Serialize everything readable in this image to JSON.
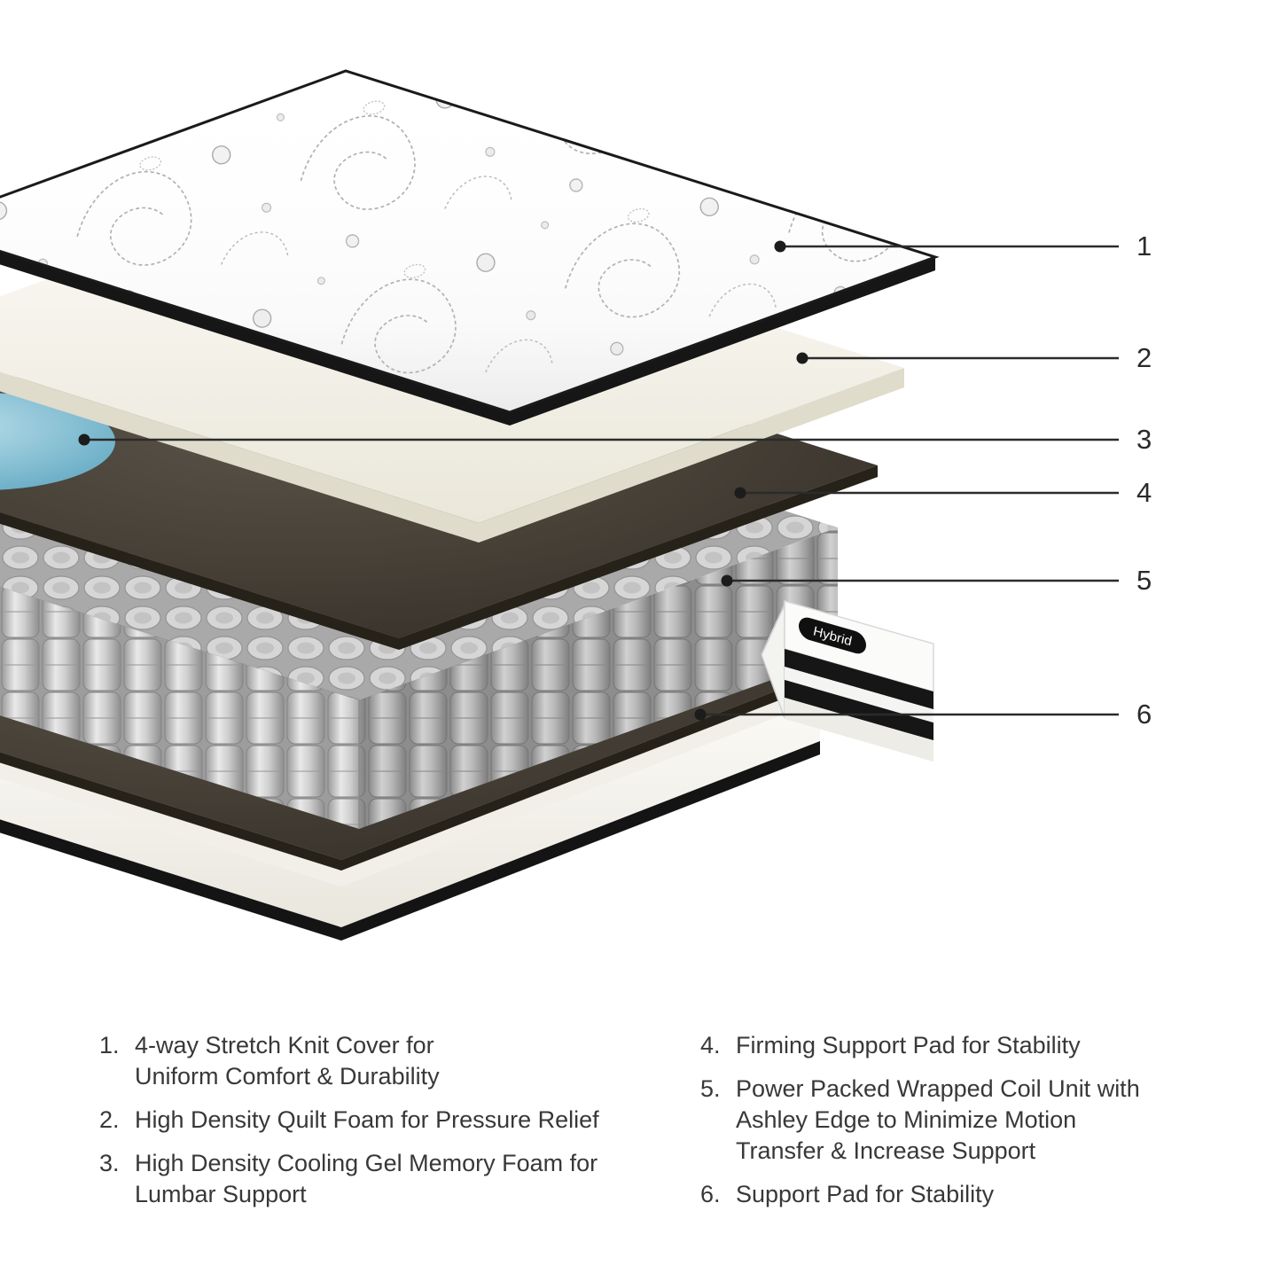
{
  "callouts": [
    "1",
    "2",
    "3",
    "4",
    "5",
    "6"
  ],
  "tag": {
    "label": "Hybrid"
  },
  "legend": {
    "left_items": [
      {
        "num": "1.",
        "text": "4-way Stretch Knit Cover for\nUniform Comfort & Durability"
      },
      {
        "num": "2.",
        "text": "High Density Quilt Foam for Pressure Relief"
      },
      {
        "num": "3.",
        "text": "High Density Cooling Gel Memory Foam for\nLumbar Support"
      }
    ],
    "right_items": [
      {
        "num": "4.",
        "text": "Firming Support Pad for Stability"
      },
      {
        "num": "5.",
        "text": "Power Packed Wrapped Coil Unit with\nAshley Edge to Minimize Motion\nTransfer & Increase Support"
      },
      {
        "num": "6.",
        "text": "Support Pad for Stability"
      }
    ]
  },
  "layers": [
    {
      "name": "stretch-knit-cover",
      "color": "#ffffff"
    },
    {
      "name": "quilt-foam",
      "color": "#f3f1e7"
    },
    {
      "name": "gel-memory-foam",
      "color": "#7fc3da"
    },
    {
      "name": "firming-support-pad",
      "color": "#46413a"
    },
    {
      "name": "wrapped-coil-unit",
      "color": "#bfbfbf"
    },
    {
      "name": "support-pad",
      "color": "#46413a"
    }
  ],
  "colors": {
    "background": "#ffffff",
    "callout_line": "#2b2b2b",
    "text": "#383838",
    "edge_black": "#161616"
  }
}
